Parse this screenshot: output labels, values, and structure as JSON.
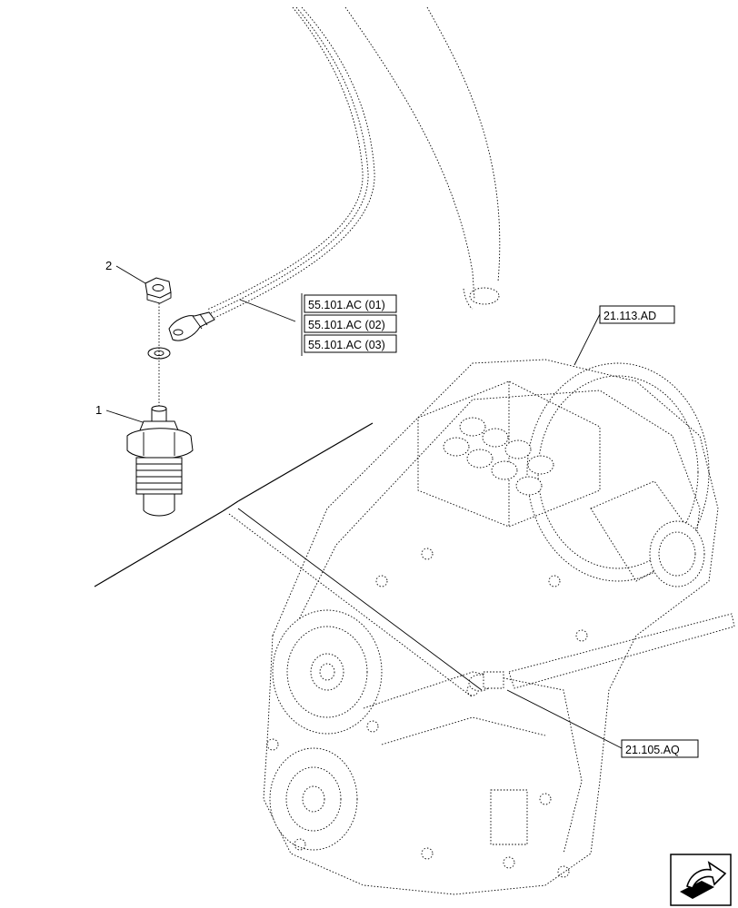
{
  "callouts": {
    "item_1": "1",
    "item_2": "2"
  },
  "references": {
    "wire_refs": [
      "55.101.AC (01)",
      "55.101.AC (02)",
      "55.101.AC (03)"
    ],
    "transmission": "21.113.AD",
    "housing": "21.105.AQ"
  },
  "icons": {
    "nav": "next-page-arrow-icon"
  }
}
